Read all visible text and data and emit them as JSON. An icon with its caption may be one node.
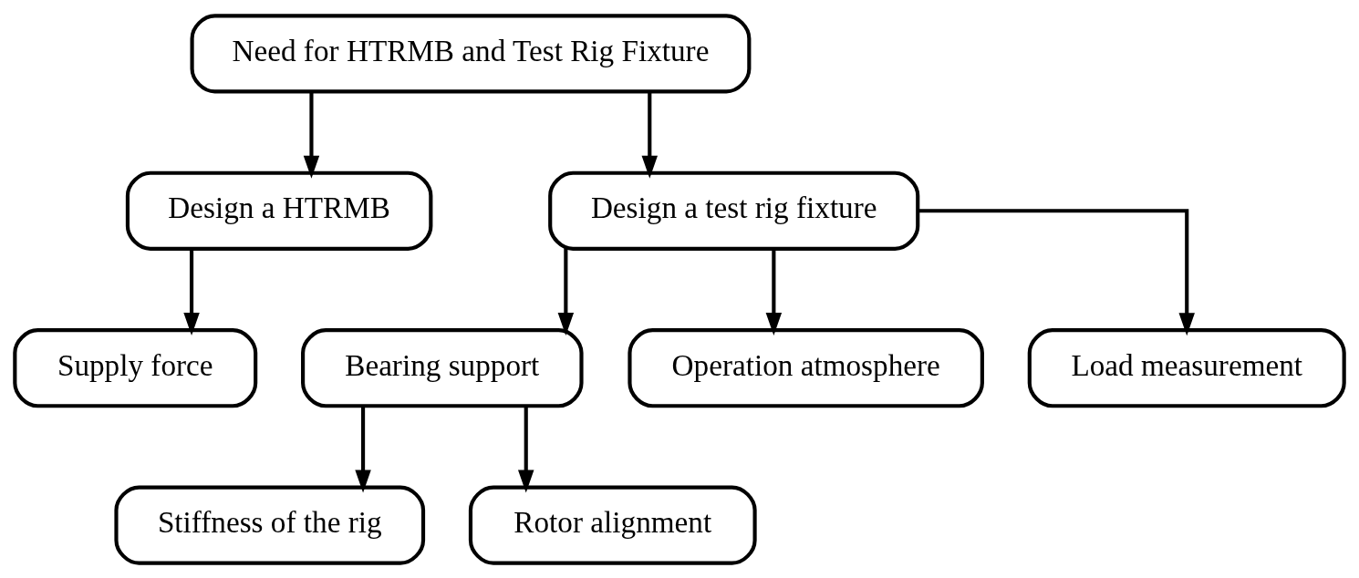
{
  "diagram": {
    "nodes": [
      {
        "text": [
          "Need for HTRMB and Test Rig Fixture"
        ]
      },
      {
        "text": [
          "Design a HTRMB"
        ]
      },
      {
        "text": [
          "Design a test rig fixture"
        ]
      },
      {
        "text": [
          "Supply force"
        ]
      },
      {
        "text": [
          "Bearing support"
        ]
      },
      {
        "text": [
          "Operation atmosphere"
        ]
      },
      {
        "text": [
          "Load measurement"
        ]
      },
      {
        "text": [
          "Stiffness of the rig"
        ]
      },
      {
        "text": [
          "Rotor alignment"
        ]
      }
    ],
    "edges": [
      {
        "from": 0,
        "to": 1,
        "arrow": "to"
      },
      {
        "from": 0,
        "to": 2,
        "arrow": "to"
      },
      {
        "from": 1,
        "to": 3,
        "arrow": "to"
      },
      {
        "from": 2,
        "to": 4,
        "arrow": "to"
      },
      {
        "from": 2,
        "to": 5,
        "arrow": "to"
      },
      {
        "from": 2,
        "to": 6,
        "arrow": "to"
      },
      {
        "from": 4,
        "to": 7,
        "arrow": "to"
      },
      {
        "from": 4,
        "to": 8,
        "arrow": "to"
      }
    ]
  }
}
